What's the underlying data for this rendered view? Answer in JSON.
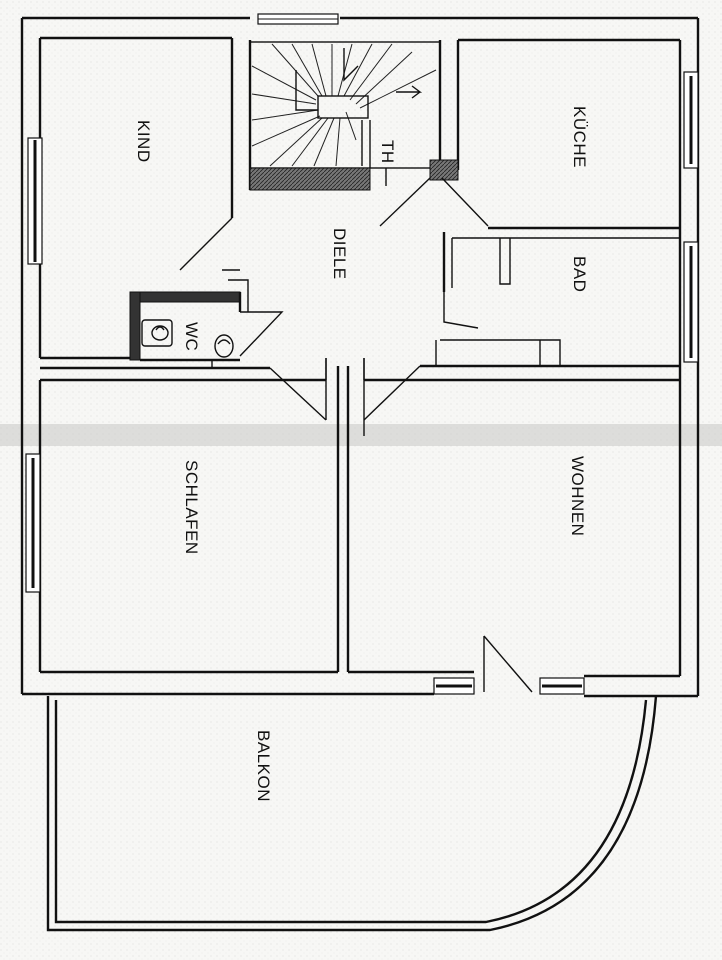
{
  "rooms": {
    "kind": "KIND",
    "kueche": "KÜCHE",
    "th": "TH",
    "diele": "DIELE",
    "bad": "BAD",
    "wc": "WC",
    "schlafen": "SCHLAFEN",
    "wohnen": "WOHNEN",
    "balkon": "BALKON"
  },
  "colors": {
    "paper": "#f7f7f5",
    "ink": "#111111",
    "scan_band": "#c9c9c4"
  }
}
